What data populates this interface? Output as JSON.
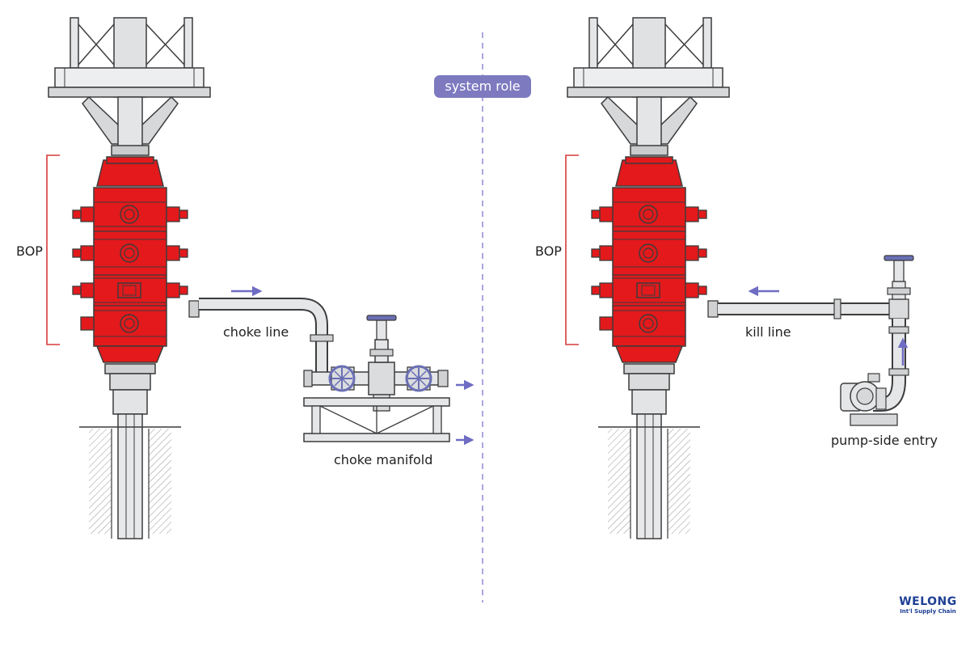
{
  "header": {
    "center_label": "system role"
  },
  "left_panel": {
    "bop_label": "BOP",
    "line_label": "choke line",
    "equipment_label": "choke manifold"
  },
  "right_panel": {
    "bop_label": "BOP",
    "line_label": "kill line",
    "equipment_label": "pump-side entry"
  },
  "logo": {
    "brand_text": "WELONG",
    "tagline": "Int'l Supply Chain"
  },
  "colors": {
    "bop_red": "#e3191b",
    "arrow_purple": "#6f6cc3",
    "divider": "#8d8ad6",
    "steel": "#d6d8da",
    "outline": "#3c3c3c",
    "bracket": "#d63a3a",
    "handwheel": "#6a6fb5"
  }
}
